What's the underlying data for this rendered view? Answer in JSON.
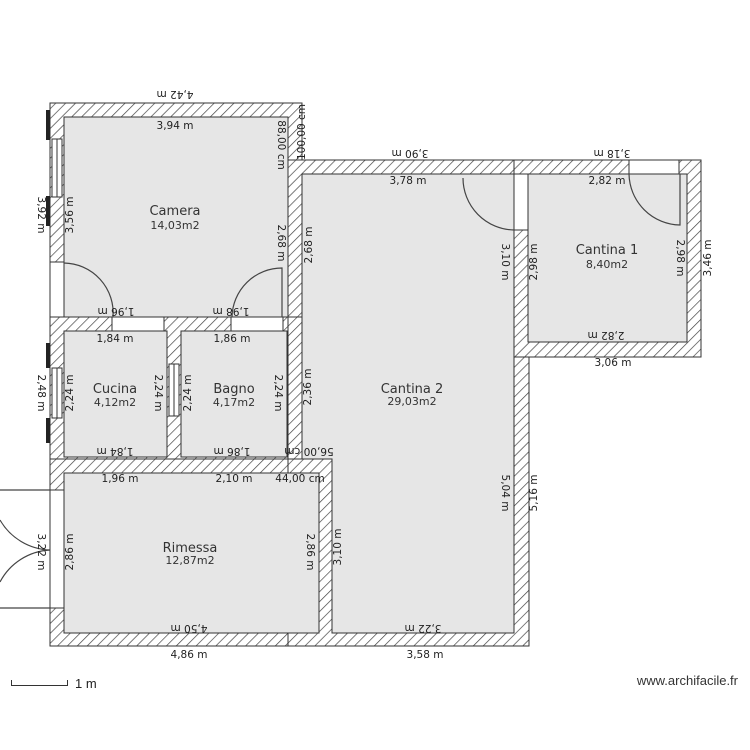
{
  "colors": {
    "room_fill": "#e6e6e6",
    "wall_stroke": "#333333",
    "hatch": "#444444",
    "background": "#ffffff"
  },
  "rooms": {
    "camera": {
      "name": "Camera",
      "area": "14,03m2"
    },
    "cucina": {
      "name": "Cucina",
      "area": "4,12m2"
    },
    "bagno": {
      "name": "Bagno",
      "area": "4,17m2"
    },
    "rimessa": {
      "name": "Rimessa",
      "area": "12,87m2"
    },
    "cantina1": {
      "name": "Cantina 1",
      "area": "8,40m2"
    },
    "cantina2": {
      "name": "Cantina 2",
      "area": "29,03m2"
    }
  },
  "dimensions": {
    "camera_outer_top": "4,42 m",
    "camera_inner_top": "3,94 m",
    "camera_inner_right": "88,00 cm",
    "camera_outer_right_top": "100,00 cm",
    "camera_left_outer": "3,92 m",
    "camera_left_inner": "3,56 m",
    "camera_right_inner": "2,68 m",
    "camera_bottom_left": "1,96 m",
    "camera_bottom_right": "1,98 m",
    "cantina2_left_upper": "2,68 m",
    "cantina2_outer_top": "3,90 m",
    "cantina2_inner_top": "3,78 m",
    "cantina2_right_upper": "3,10 m",
    "cantina1_outer_top": "3,18 m",
    "cantina1_inner_top": "2,82 m",
    "cantina1_left": "2,98 m",
    "cantina1_right": "2,98 m",
    "cantina1_outer_right": "3,46 m",
    "cantina1_inner_bottom": "2,82 m",
    "cantina1_outer_bottom": "3,06 m",
    "cucina_top": "1,84 m",
    "cucina_bottom": "1,84 m",
    "cucina_left": "2,24 m",
    "cucina_right": "2,24 m",
    "cucina_outer_left": "2,48 m",
    "bagno_top": "1,86 m",
    "bagno_bottom": "1,86 m",
    "bagno_left": "2,24 m",
    "bagno_right": "2,24 m",
    "cantina2_left_mid": "2,36 m",
    "corridor_right_top": "56,00 cm",
    "corridor_right_bottom": "44,00 cm",
    "rimessa_top_left": "1,96 m",
    "rimessa_top_mid": "2,10 m",
    "rimessa_left": "2,86 m",
    "rimessa_outer_left": "3,22 m",
    "rimessa_right": "2,86 m",
    "rimessa_right_outer": "3,10 m",
    "rimessa_inner_bottom": "4,50 m",
    "rimessa_outer_bottom": "4,86 m",
    "cantina2_right": "5,04 m",
    "cantina2_outer_right": "5,16 m",
    "cantina2_inner_bottom": "3,22 m",
    "cantina2_outer_bottom": "3,58 m"
  },
  "scale": {
    "label": "1 m"
  },
  "watermark": "www.archifacile.fr"
}
